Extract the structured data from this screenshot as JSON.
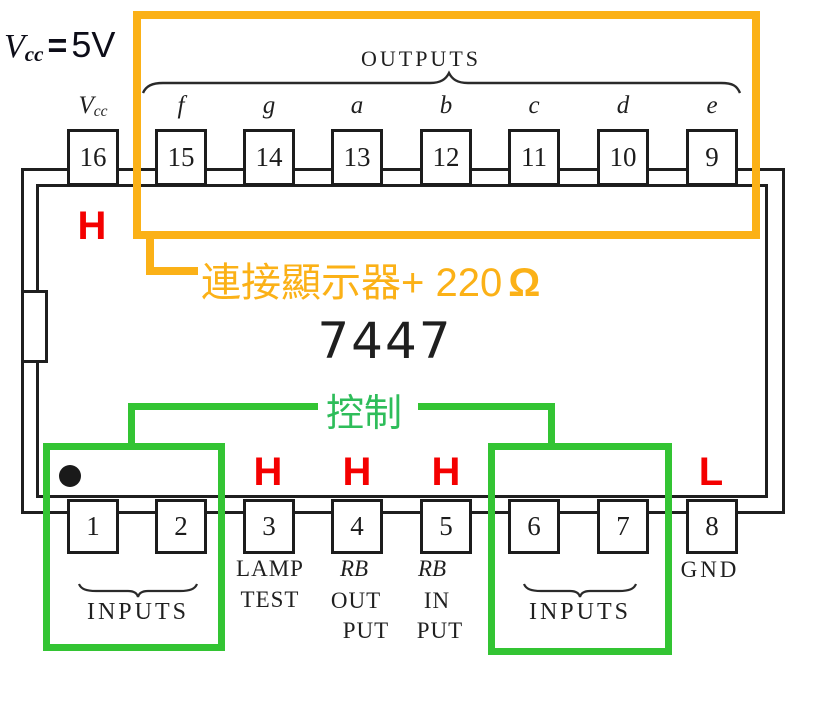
{
  "colors": {
    "ink": "#1f1f1f",
    "orange": "#FBB117",
    "green": "#33C433",
    "green_text": "#2EBD5A",
    "red": "#F40000"
  },
  "chip": {
    "part_number": "7447",
    "outputs_group_label": "OUTPUTS",
    "inputs_group_label_left": "INPUTS",
    "inputs_group_label_right": "INPUTS",
    "top_pins": [
      {
        "number": "16",
        "name": "Vcc",
        "name_main": "V",
        "name_sub": "cc"
      },
      {
        "number": "15",
        "name": "f"
      },
      {
        "number": "14",
        "name": "g"
      },
      {
        "number": "13",
        "name": "a"
      },
      {
        "number": "12",
        "name": "b"
      },
      {
        "number": "11",
        "name": "c"
      },
      {
        "number": "10",
        "name": "d"
      },
      {
        "number": "9",
        "name": "e"
      }
    ],
    "bottom_pins": [
      {
        "number": "1"
      },
      {
        "number": "2"
      },
      {
        "number": "3",
        "line1": "LAMP",
        "line2": "TEST"
      },
      {
        "number": "4",
        "line1": "RB",
        "line2": "OUT",
        "line3": "PUT"
      },
      {
        "number": "5",
        "line1": "RB",
        "line2": "IN",
        "line3": "PUT"
      },
      {
        "number": "6"
      },
      {
        "number": "7"
      },
      {
        "number": "8",
        "line1": "GND"
      }
    ]
  },
  "annotations": {
    "supply": {
      "v": "V",
      "sub": "cc",
      "eq": "=",
      "value": "5V"
    },
    "pin16_level": "H",
    "display_note": "連接顯示器+ 220",
    "display_note_ohm": "Ω",
    "control_label": "控制",
    "pin3_level": "H",
    "pin4_level": "H",
    "pin5_level": "H",
    "pin8_level": "L"
  }
}
